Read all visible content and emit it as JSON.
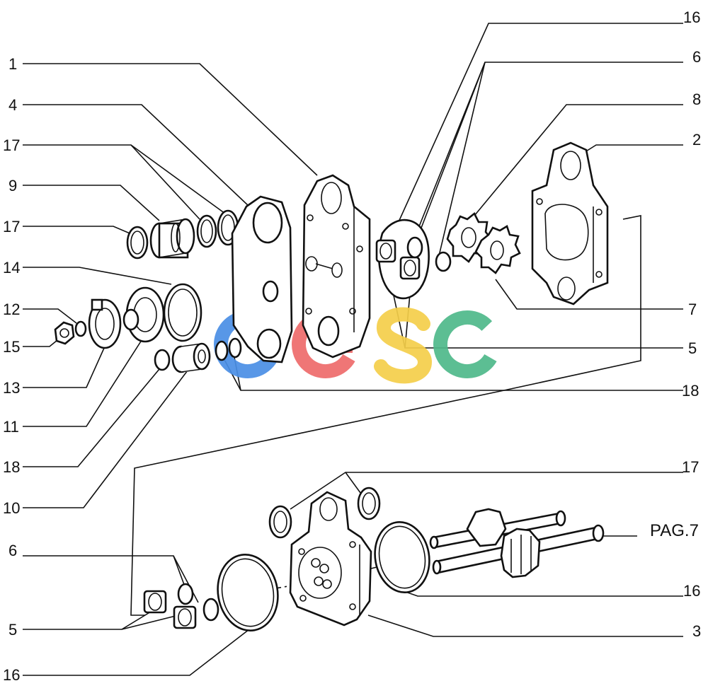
{
  "labels": {
    "l1": "1",
    "l4": "4",
    "l17a": "17",
    "l9": "9",
    "l17b": "17",
    "l14": "14",
    "l12": "12",
    "l15": "15",
    "l13": "13",
    "l11": "11",
    "l18a": "18",
    "l10": "10",
    "l16a": "16",
    "l6a": "6",
    "l8": "8",
    "l2": "2",
    "l7": "7",
    "l5a": "5",
    "l18b": "18",
    "l17c": "17",
    "pag": "PAG.7",
    "l16b": "16",
    "l3": "3",
    "l6b": "6",
    "l5b": "5",
    "l16c": "16"
  },
  "watermark": {
    "letters": [
      "C",
      "G",
      "S",
      "C"
    ],
    "colors": [
      "#4a8fe6",
      "#ee6b6b",
      "#f5cf4a",
      "#4fb98a"
    ]
  }
}
